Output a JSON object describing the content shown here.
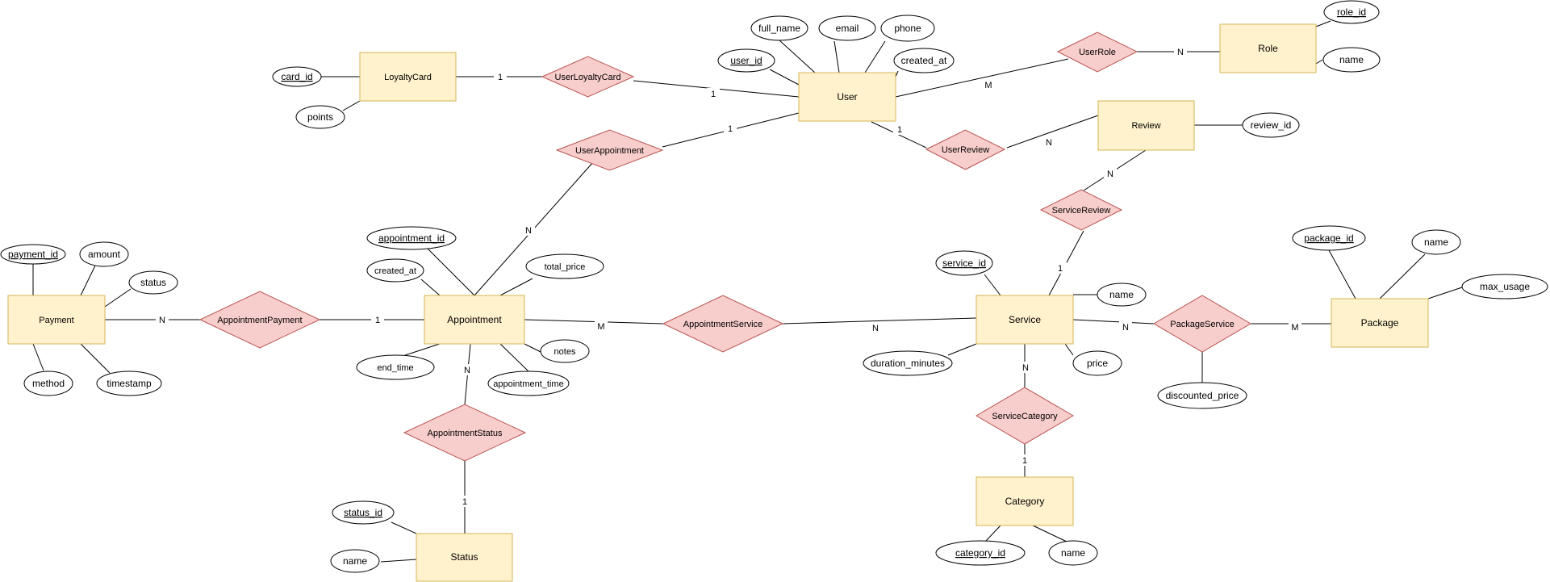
{
  "colors": {
    "entity_fill": "#fff2cc",
    "entity_stroke": "#d6b656",
    "relationship_fill": "#f8cecc",
    "relationship_stroke": "#b85450",
    "line": "#000000"
  },
  "entities": {
    "loyaltycard": "LoyaltyCard",
    "user": "User",
    "role": "Role",
    "review": "Review",
    "payment": "Payment",
    "appointment": "Appointment",
    "service": "Service",
    "package": "Package",
    "category": "Category",
    "status": "Status"
  },
  "relationships": {
    "userloyaltycard": "UserLoyaltyCard",
    "userrole": "UserRole",
    "userappointment": "UserAppointment",
    "userreview": "UserReview",
    "servicereview": "ServiceReview",
    "appointmentpayment": "AppointmentPayment",
    "appointmentservice": "AppointmentService",
    "packageservice": "PackageService",
    "servicecategory": "ServiceCategory",
    "appointmentstatus": "AppointmentStatus"
  },
  "attributes": {
    "card_id": "card_id",
    "points": "points",
    "full_name": "full_name",
    "email": "email",
    "phone": "phone",
    "user_id": "user_id",
    "user_created_at": "created_at",
    "role_id": "role_id",
    "role_name": "name",
    "review_id": "review_id",
    "payment_id": "payment_id",
    "amount": "amount",
    "payment_status": "status",
    "method": "method",
    "timestamp": "timestamp",
    "appointment_id": "appointment_id",
    "appointment_created_at": "created_at",
    "total_price": "total_price",
    "notes": "notes",
    "end_time": "end_time",
    "appointment_time": "appointment_time",
    "service_id": "service_id",
    "service_name": "name",
    "duration_minutes": "duration_minutes",
    "price": "price",
    "package_id": "package_id",
    "package_name": "name",
    "max_usage": "max_usage",
    "discounted_price": "discounted_price",
    "category_id": "category_id",
    "category_name": "name",
    "status_id": "status_id",
    "status_name": "name"
  },
  "cardinalities": {
    "loyaltycard_side": "1",
    "user_loyalty_side": "1",
    "user_role_side": "M",
    "role_side": "N",
    "user_appointment_side": "1",
    "appointment_user_side": "N",
    "user_review_side": "1",
    "review_user_side": "N",
    "review_service_side": "N",
    "service_review_side": "1",
    "payment_side": "N",
    "appointment_payment_side": "1",
    "appointment_service_side": "M",
    "service_appointment_side": "N",
    "service_package_side": "N",
    "package_side": "M",
    "service_category_side": "N",
    "category_side": "1",
    "appointment_status_side": "N",
    "status_side": "1"
  }
}
